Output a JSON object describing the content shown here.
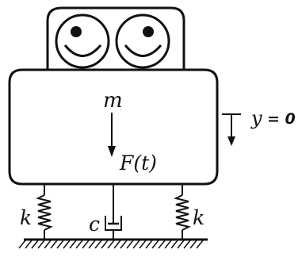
{
  "labels": {
    "mass": "m",
    "force": "F(t)",
    "spring_left": "k",
    "damper": "c",
    "spring_right": "k",
    "displacement_var": "y",
    "displacement_eq": "= 0"
  },
  "colors": {
    "stroke": "#111111",
    "face_fill": "#ffffff"
  }
}
